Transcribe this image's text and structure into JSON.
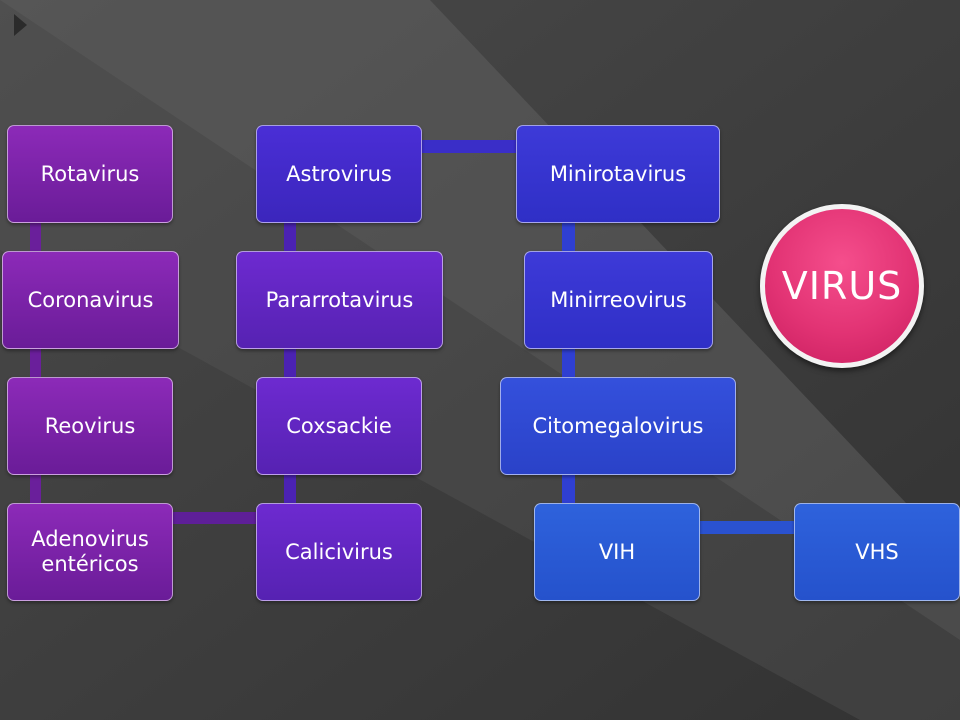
{
  "diagram": {
    "title": "VIRUS",
    "columns": [
      {
        "items": [
          "Rotavirus",
          "Coronavirus",
          "Reovirus",
          "Adenovirus entéricos"
        ]
      },
      {
        "items": [
          "Astrovirus",
          "Pararrotavirus",
          "Coxsackie",
          "Calicivirus"
        ]
      },
      {
        "items": [
          "Minirotavirus",
          "Minirreovirus",
          "Citomegalovirus",
          "VIH"
        ]
      },
      {
        "items": [
          "VHS"
        ]
      }
    ]
  },
  "colors": {
    "purple": "#7a23a8",
    "violet": "#5e25bf",
    "indigo": "#4229c9",
    "blue": "#2f4fd6",
    "virus_circle": "#e23374",
    "background": "#3e3e3e"
  }
}
